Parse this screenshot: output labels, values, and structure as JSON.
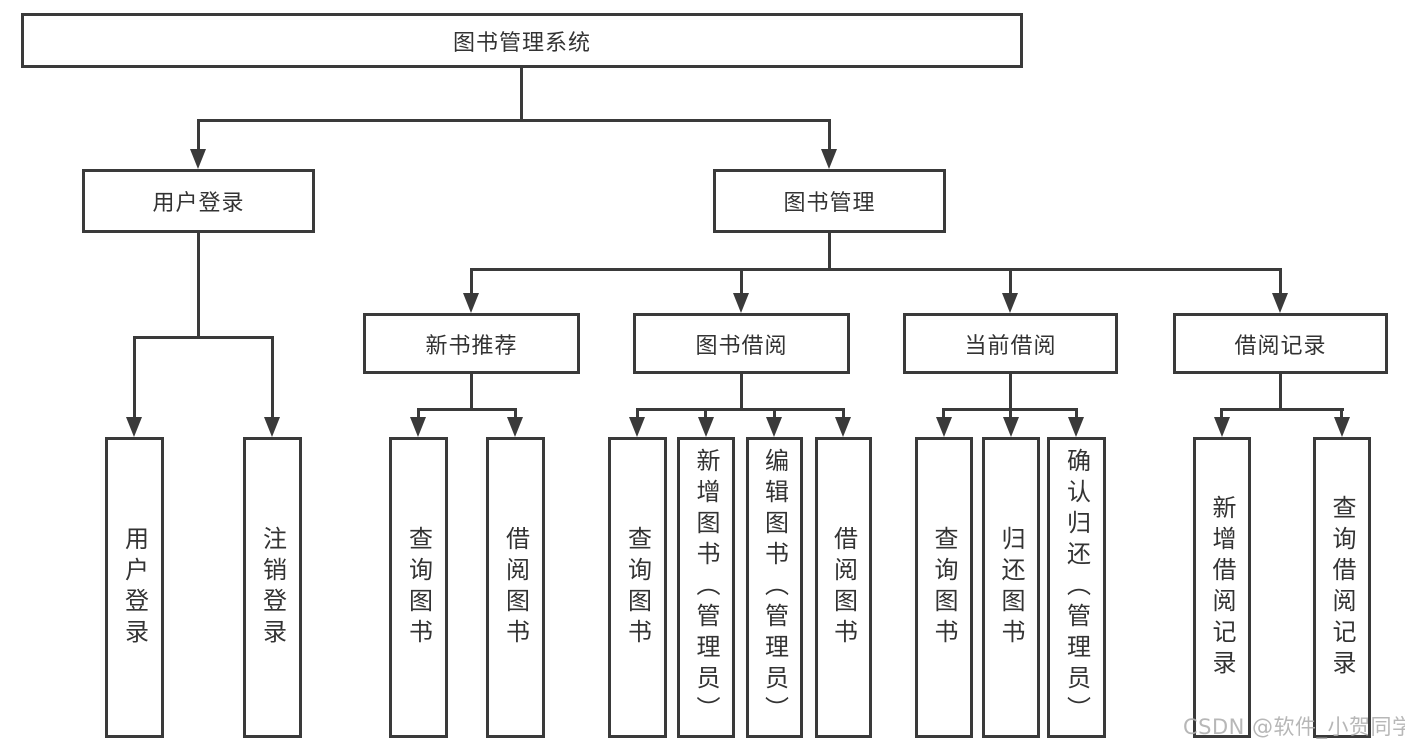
{
  "diagram": {
    "watermark": "CSDN @软件_小贺同学",
    "colors": {
      "line": "#3a3a3a",
      "text": "#333333",
      "watermark": "#b0b0b0",
      "background": "#ffffff"
    },
    "tree": {
      "root": {
        "label": "图书管理系统"
      },
      "branches": [
        {
          "label": "用户登录",
          "children": [
            {
              "label": "用户登录"
            },
            {
              "label": "注销登录"
            }
          ]
        },
        {
          "label": "图书管理",
          "children": [
            {
              "label": "新书推荐",
              "children": [
                {
                  "label": "查询图书"
                },
                {
                  "label": "借阅图书"
                }
              ]
            },
            {
              "label": "图书借阅",
              "children": [
                {
                  "label": "查询图书"
                },
                {
                  "label": "新增图书（管理员）"
                },
                {
                  "label": "编辑图书（管理员）"
                },
                {
                  "label": "借阅图书"
                }
              ]
            },
            {
              "label": "当前借阅",
              "children": [
                {
                  "label": "查询图书"
                },
                {
                  "label": "归还图书"
                },
                {
                  "label": "确认归还（管理员）"
                }
              ]
            },
            {
              "label": "借阅记录",
              "children": [
                {
                  "label": "新增借阅记录"
                },
                {
                  "label": "查询借阅记录"
                }
              ]
            }
          ]
        }
      ]
    }
  }
}
